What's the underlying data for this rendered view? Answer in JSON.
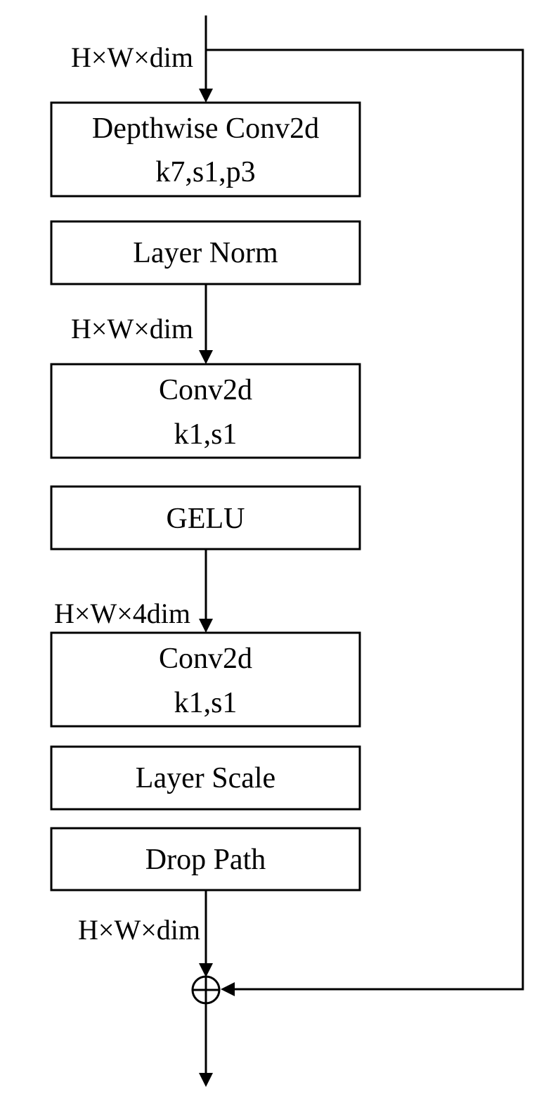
{
  "blocks": [
    {
      "lines": [
        "Depthwise Conv2d",
        "k7,s1,p3"
      ]
    },
    {
      "lines": [
        "Layer Norm"
      ]
    },
    {
      "lines": [
        "Conv2d",
        "k1,s1"
      ]
    },
    {
      "lines": [
        "GELU"
      ]
    },
    {
      "lines": [
        "Conv2d",
        "k1,s1"
      ]
    },
    {
      "lines": [
        "Layer Scale"
      ]
    },
    {
      "lines": [
        "Drop Path"
      ]
    }
  ],
  "shape_labels": {
    "input": "H×W×dim",
    "after_norm": "H×W×dim",
    "after_gelu": "H×W×4dim",
    "output": "H×W×dim"
  },
  "symbols": {
    "sum": "circled-plus-icon"
  }
}
